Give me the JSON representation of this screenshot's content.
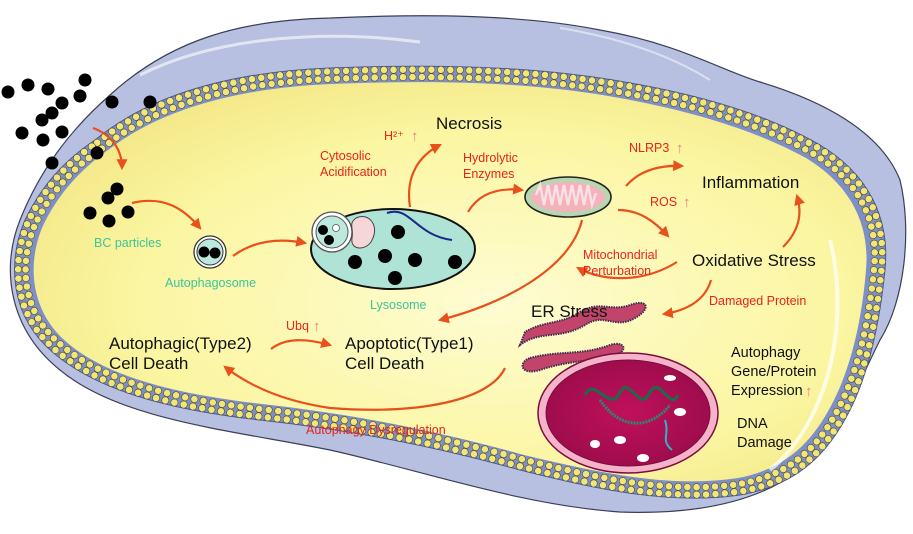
{
  "diagram": {
    "title": "Black carbon particle induced cell death pathways",
    "colors": {
      "cytoplasm": "#fbf7a6",
      "cytoplasm_rim": "#f6eb8a",
      "membrane_blue": "#7e8fc7",
      "membrane_bead": "#f3e679",
      "cell_wall": "#b7c0e1",
      "arrow": "#e8501c",
      "red_label": "#e8231a",
      "teal_label": "#3cc59a",
      "up_arrow": "#f07a86",
      "lysosome": "#aee3d5",
      "nucleus": "#c8105f",
      "er": "#c2446a"
    },
    "structures": {
      "bc_particles": "BC particles",
      "autophagosome": "Autophagosome",
      "lysosome": "Lysosome"
    },
    "outcomes": {
      "necrosis": "Necrosis",
      "inflammation": "Inflammation",
      "oxidative_stress": "Oxidative Stress",
      "er_stress": "ER Stress",
      "autophagic_line1": "Autophagic(Type2)",
      "autophagic_line2": "Cell Death",
      "apoptotic_line1": "Apoptotic(Type1)",
      "apoptotic_line2": "Cell Death",
      "autophagy_expr_line1": "Autophagy",
      "autophagy_expr_line2": "Gene/Protein",
      "autophagy_expr_line3": "Expression",
      "dna_damage_line1": "DNA",
      "dna_damage_line2": "Damage"
    },
    "mechanisms": {
      "h2plus": "H²⁺",
      "cytosolic_line1": "Cytosolic",
      "cytosolic_line2": "Acidification",
      "hydrolytic_line1": "Hydrolytic",
      "hydrolytic_line2": "Enzymes",
      "nlrp3": "NLRP3",
      "ros": "ROS",
      "mito_line1": "Mitochondrial",
      "mito_line2": "Perturbation",
      "damaged_protein": "Damaged Protein",
      "ubq": "Ubq",
      "autophagy_dysregulation": "Autophagy Dysregulation"
    },
    "indicators": {
      "up_arrow_glyph": "↑"
    }
  }
}
